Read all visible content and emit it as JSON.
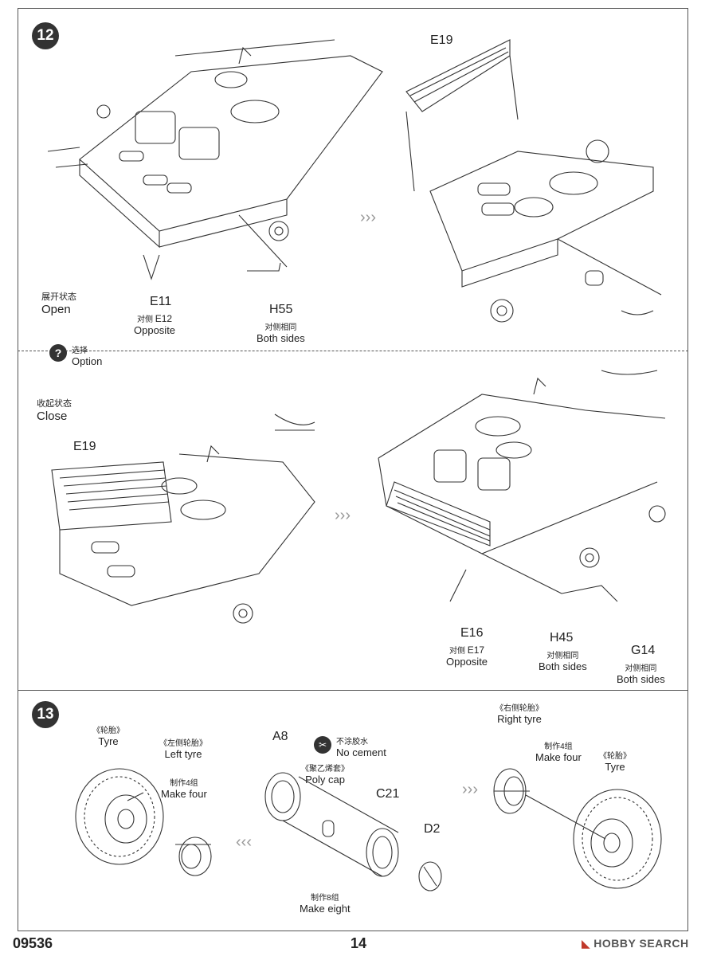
{
  "page": {
    "code": "09536",
    "number": "14"
  },
  "watermark": "HOBBY SEARCH",
  "step12": {
    "badge": "12",
    "open_cn": "展开状态",
    "open_en": "Open",
    "close_cn": "收起状态",
    "close_en": "Close",
    "option_cn": "选择",
    "option_en": "Option",
    "parts": {
      "e19_top": "E19",
      "e11": "E11",
      "e11_sub_cn": "对侧",
      "e11_sub_part": "E12",
      "e11_sub_en": "Opposite",
      "h55": "H55",
      "h55_sub_cn": "对侧相同",
      "h55_sub_en": "Both sides",
      "e19_bottom": "E19",
      "e16": "E16",
      "e16_sub_cn": "对侧",
      "e16_sub_part": "E17",
      "e16_sub_en": "Opposite",
      "h45": "H45",
      "h45_sub_cn": "对侧相同",
      "h45_sub_en": "Both sides",
      "g14": "G14",
      "g14_sub_cn": "对侧相同",
      "g14_sub_en": "Both sides"
    }
  },
  "step13": {
    "badge": "13",
    "tyre_left_cn": "《轮胎》",
    "tyre_left_en": "Tyre",
    "left_tyre_cn": "《左侧轮胎》",
    "left_tyre_en": "Left  tyre",
    "make_four_left_cn": "制作4组",
    "make_four_left_en": "Make four",
    "a8": "A8",
    "no_cement_cn": "不涂胶水",
    "no_cement_en": "No cement",
    "poly_cap_cn": "《聚乙烯套》",
    "poly_cap_en": "Poly cap",
    "c21": "C21",
    "d2": "D2",
    "make_eight_cn": "制作8组",
    "make_eight_en": "Make eight",
    "right_tyre_cn": "《右侧轮胎》",
    "right_tyre_en": "Right tyre",
    "make_four_right_cn": "制作4组",
    "make_four_right_en": "Make four",
    "tyre_right_cn": "《轮胎》",
    "tyre_right_en": "Tyre"
  }
}
